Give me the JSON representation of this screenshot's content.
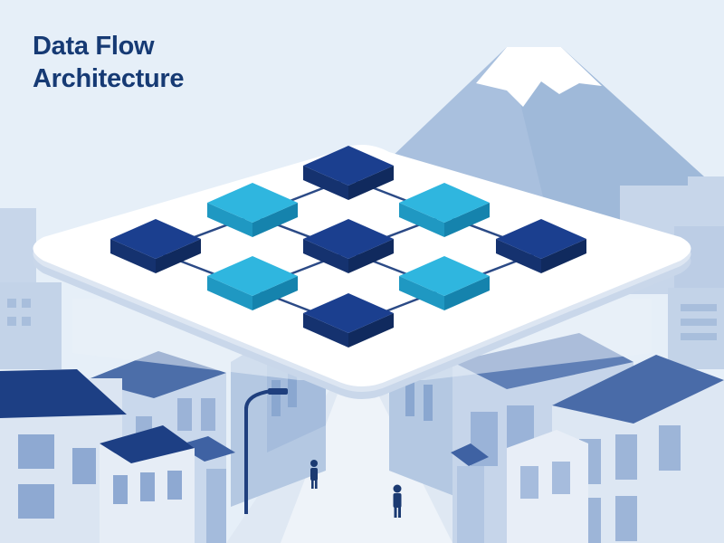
{
  "title": {
    "line1": "Data Flow",
    "line2": "Architecture"
  },
  "colors": {
    "sky": "#e6eff8",
    "title": "#163a74",
    "node_dark": "#1b3f8f",
    "node_light": "#2fb6df",
    "platform": "#ffffff",
    "mountain": "#a9c0de",
    "building": "#b9cce4",
    "building_dark": "#3d5f9e"
  },
  "diagram": {
    "nodes": [
      {
        "id": "n-top",
        "tone": "dark"
      },
      {
        "id": "n-upper-left",
        "tone": "light"
      },
      {
        "id": "n-upper-right",
        "tone": "light"
      },
      {
        "id": "n-left",
        "tone": "dark"
      },
      {
        "id": "n-center",
        "tone": "dark"
      },
      {
        "id": "n-right",
        "tone": "dark"
      },
      {
        "id": "n-lower-left",
        "tone": "light"
      },
      {
        "id": "n-lower-right",
        "tone": "light"
      },
      {
        "id": "n-bottom",
        "tone": "dark"
      }
    ],
    "connections": [
      [
        "n-top",
        "n-upper-left"
      ],
      [
        "n-top",
        "n-upper-right"
      ],
      [
        "n-upper-left",
        "n-left"
      ],
      [
        "n-upper-left",
        "n-center"
      ],
      [
        "n-upper-right",
        "n-center"
      ],
      [
        "n-upper-right",
        "n-right"
      ],
      [
        "n-left",
        "n-lower-left"
      ],
      [
        "n-center",
        "n-lower-left"
      ],
      [
        "n-center",
        "n-lower-right"
      ],
      [
        "n-right",
        "n-lower-right"
      ],
      [
        "n-lower-left",
        "n-bottom"
      ],
      [
        "n-lower-right",
        "n-bottom"
      ]
    ]
  }
}
